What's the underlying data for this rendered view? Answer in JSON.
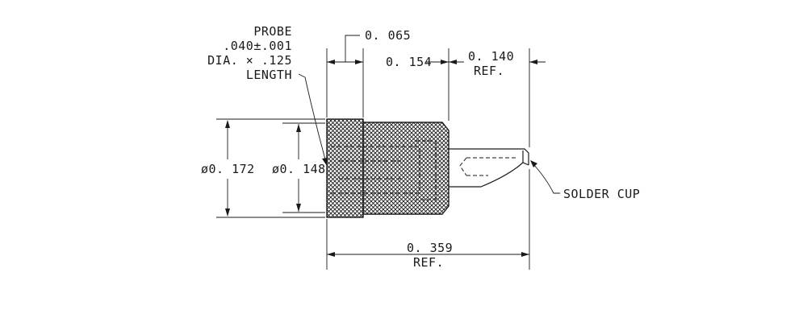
{
  "labels": {
    "probe_line1": "PROBE",
    "probe_line2": ".040±.001",
    "probe_line3": "DIA.  × .125",
    "probe_line4": "LENGTH",
    "dim_flange_width": "0. 065",
    "dim_body_length": "0. 154",
    "dim_cup_length": "0. 140",
    "dim_cup_ref": "REF.",
    "dim_outer_diameter": "ø0. 172",
    "dim_inner_diameter": "ø0. 148",
    "dim_overall_length": "0. 359",
    "dim_overall_ref": "REF.",
    "solder_cup": "SOLDER CUP"
  },
  "colors": {
    "line": "#1a1a1a",
    "background": "#ffffff"
  }
}
